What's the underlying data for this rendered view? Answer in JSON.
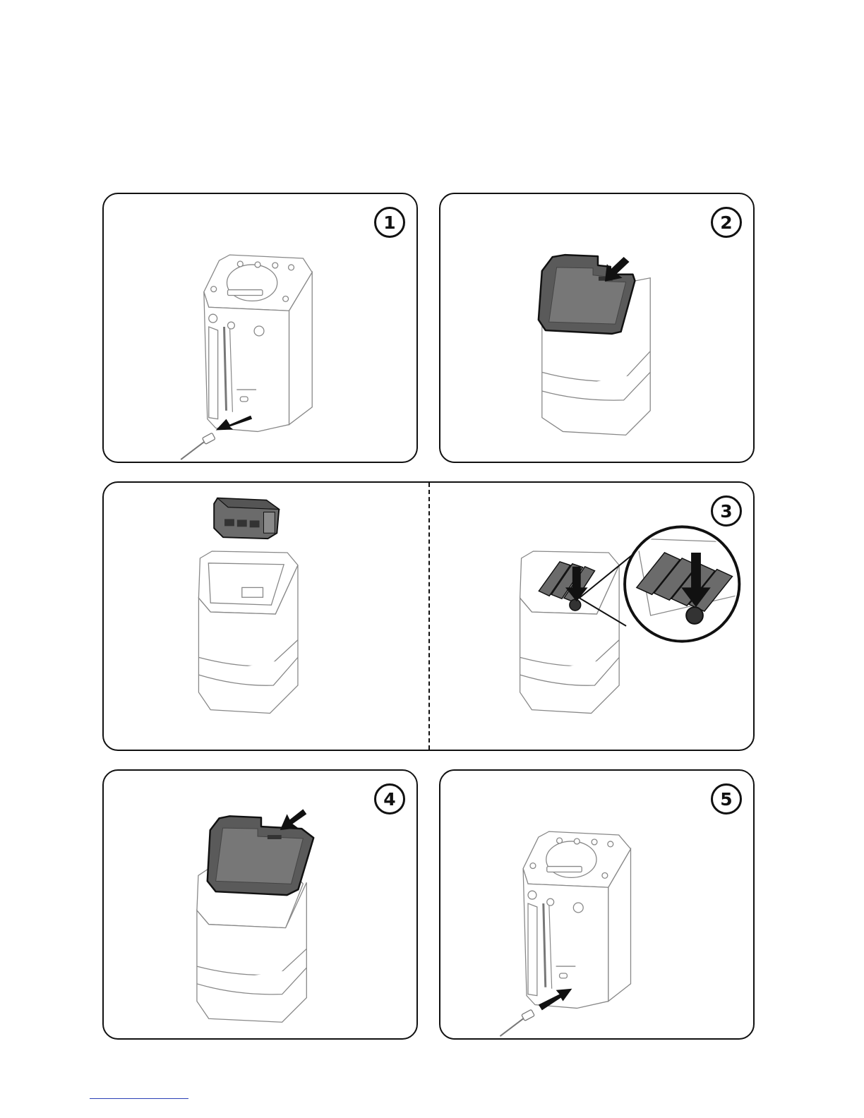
{
  "steps": [
    {
      "number": "1"
    },
    {
      "number": "2"
    },
    {
      "number": "3"
    },
    {
      "number": "4"
    },
    {
      "number": "5"
    }
  ],
  "colors": {
    "line": "#111111",
    "cover_fill": "#5a5a5a",
    "battery_fill": "#6b6b6b",
    "unit_stroke": "#888888",
    "arrow": "#111111",
    "footer_rule": "#2a3fb5"
  },
  "icons": [
    "device-icon",
    "arrow-icon",
    "usb-cable-icon",
    "battery-cover-icon",
    "battery-pack-icon",
    "aa-battery-icon",
    "magnifier-icon"
  ]
}
